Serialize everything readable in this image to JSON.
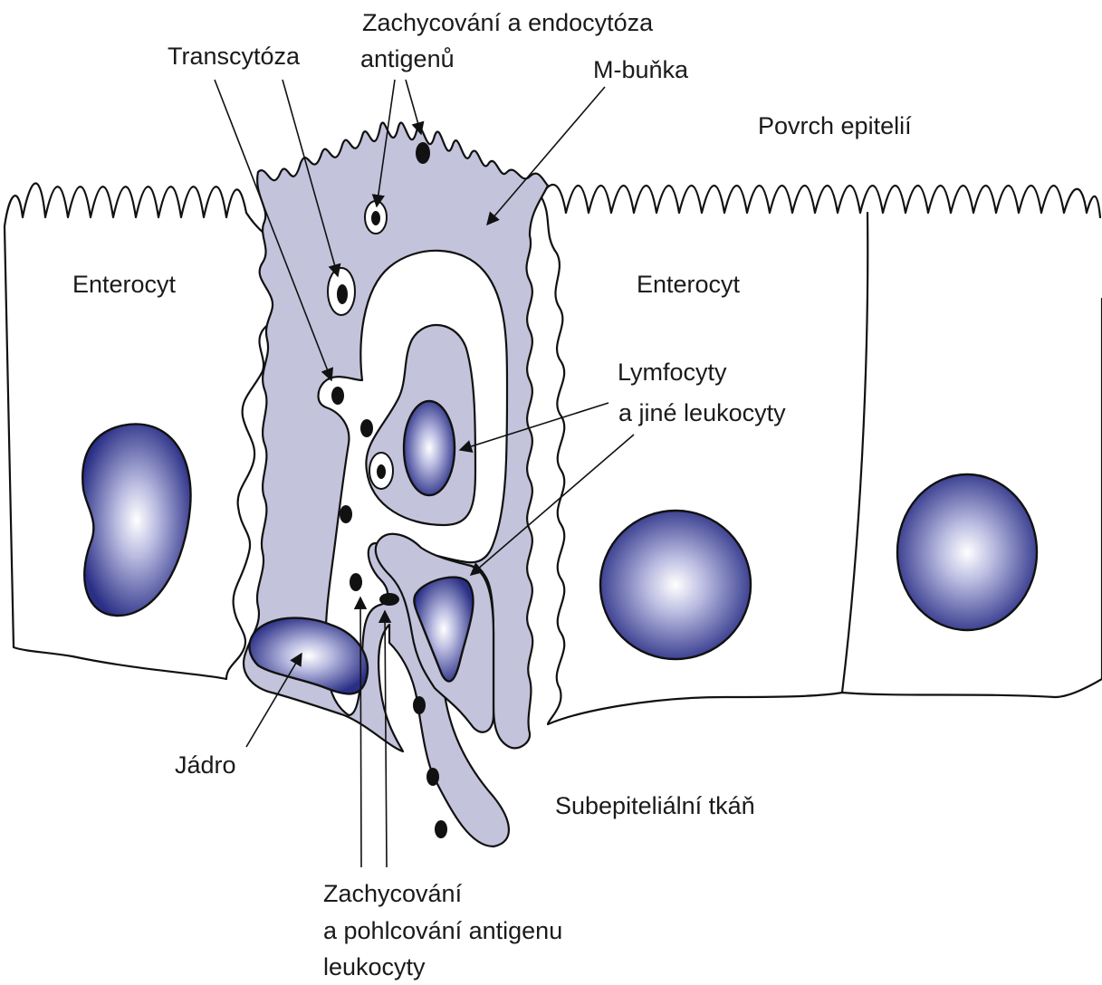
{
  "labels": {
    "capture_endocytosis": "Zachycování a endocytóza",
    "capture_endocytosis_2": "antigenů",
    "transcytosis": "Transcytóza",
    "m_cell": "M-buňka",
    "epithelial_surface": "Povrch epitelií",
    "enterocyte_left": "Enterocyt",
    "enterocyte_right": "Enterocyt",
    "lymphocytes_1": "Lymfocyty",
    "lymphocytes_2": "a jiné leukocyty",
    "nucleus": "Jádro",
    "subepithelial": "Subepiteliální tkáň",
    "capture_uptake_1": "Zachycování",
    "capture_uptake_2": "a pohlcování antigenu",
    "capture_uptake_3": "leukocyty"
  },
  "colors": {
    "m_cell_fill": "#c3c3dc",
    "nucleus_dark": "#2a2f86",
    "nucleus_light": "#ffffff",
    "outline": "#111111"
  }
}
